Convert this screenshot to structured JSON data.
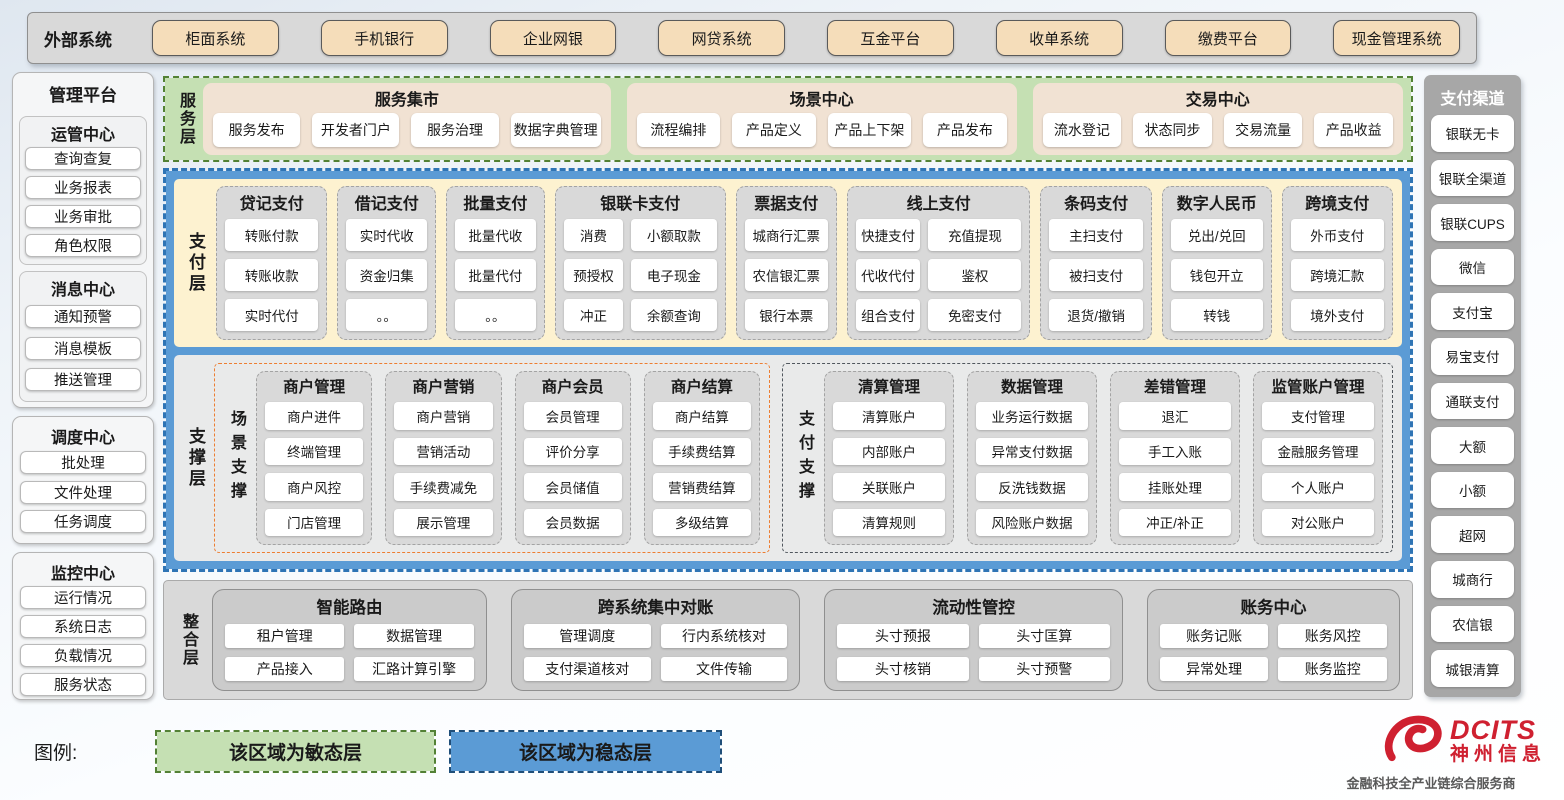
{
  "external": {
    "label": "外部系统",
    "systems": [
      "柜面系统",
      "手机银行",
      "企业网银",
      "网贷系统",
      "互金平台",
      "收单系统",
      "缴费平台",
      "现金管理系统"
    ]
  },
  "management": {
    "title": "管理平台",
    "groups": [
      {
        "title": "运管中心",
        "items": [
          "查询查复",
          "业务报表",
          "业务审批",
          "角色权限"
        ]
      },
      {
        "title": "消息中心",
        "items": [
          "通知预警",
          "消息模板",
          "推送管理"
        ]
      },
      {
        "title": "调度中心",
        "items": [
          "批处理",
          "文件处理",
          "任务调度"
        ]
      },
      {
        "title": "监控中心",
        "items": [
          "运行情况",
          "系统日志",
          "负载情况",
          "服务状态"
        ]
      }
    ]
  },
  "service_layer": {
    "label": "服务层",
    "groups": [
      {
        "title": "服务集市",
        "items": [
          "服务发布",
          "开发者门户",
          "服务治理",
          "数据字典管理"
        ]
      },
      {
        "title": "场景中心",
        "items": [
          "流程编排",
          "产品定义",
          "产品上下架",
          "产品发布"
        ]
      },
      {
        "title": "交易中心",
        "items": [
          "流水登记",
          "状态同步",
          "交易流量",
          "产品收益"
        ]
      }
    ]
  },
  "payment_layer": {
    "label": "支付层",
    "columns": [
      {
        "title": "贷记支付",
        "items": [
          "转账付款",
          "转账收款",
          "实时代付"
        ]
      },
      {
        "title": "借记支付",
        "items": [
          "实时代收",
          "资金归集",
          "。。"
        ]
      },
      {
        "title": "批量支付",
        "items": [
          "批量代收",
          "批量代付",
          "。。"
        ]
      },
      {
        "title": "银联卡支付",
        "items": [
          "消费",
          "小额取款",
          "预授权",
          "电子现金",
          "冲正",
          "余额查询"
        ]
      },
      {
        "title": "票据支付",
        "items": [
          "城商行汇票",
          "农信银汇票",
          "银行本票"
        ]
      },
      {
        "title": "线上支付",
        "items": [
          "快捷支付",
          "充值提现",
          "代收代付",
          "鉴权",
          "组合支付",
          "免密支付"
        ]
      },
      {
        "title": "条码支付",
        "items": [
          "主扫支付",
          "被扫支付",
          "退货/撤销"
        ]
      },
      {
        "title": "数字人民币",
        "items": [
          "兑出/兑回",
          "钱包开立",
          "转钱"
        ]
      },
      {
        "title": "跨境支付",
        "items": [
          "外币支付",
          "跨境汇款",
          "境外支付"
        ]
      }
    ]
  },
  "support_layer": {
    "label": "支撑层",
    "sections": [
      {
        "label": "场景支撑",
        "groups": [
          {
            "title": "商户管理",
            "items": [
              "商户进件",
              "终端管理",
              "商户风控",
              "门店管理"
            ]
          },
          {
            "title": "商户营销",
            "items": [
              "商户营销",
              "营销活动",
              "手续费减免",
              "展示管理"
            ]
          },
          {
            "title": "商户会员",
            "items": [
              "会员管理",
              "评价分享",
              "会员储值",
              "会员数据"
            ]
          },
          {
            "title": "商户结算",
            "items": [
              "商户结算",
              "手续费结算",
              "营销费结算",
              "多级结算"
            ]
          }
        ]
      },
      {
        "label": "支付支撑",
        "groups": [
          {
            "title": "清算管理",
            "items": [
              "清算账户",
              "内部账户",
              "关联账户",
              "清算规则"
            ]
          },
          {
            "title": "数据管理",
            "items": [
              "业务运行数据",
              "异常支付数据",
              "反洗钱数据",
              "风险账户数据"
            ]
          },
          {
            "title": "差错管理",
            "items": [
              "退汇",
              "手工入账",
              "挂账处理",
              "冲正/补正"
            ]
          },
          {
            "title": "监管账户管理",
            "items": [
              "支付管理",
              "金融服务管理",
              "个人账户",
              "对公账户"
            ]
          }
        ]
      }
    ]
  },
  "integration_layer": {
    "label": "整合层",
    "groups": [
      {
        "title": "智能路由",
        "items": [
          "租户管理",
          "数据管理",
          "产品接入",
          "汇路计算引擎"
        ]
      },
      {
        "title": "跨系统集中对账",
        "items": [
          "管理调度",
          "行内系统核对",
          "支付渠道核对",
          "文件传输"
        ]
      },
      {
        "title": "流动性管控",
        "items": [
          "头寸预报",
          "头寸匡算",
          "头寸核销",
          "头寸预警"
        ]
      },
      {
        "title": "账务中心",
        "items": [
          "账务记账",
          "账务风控",
          "异常处理",
          "账务监控"
        ]
      }
    ]
  },
  "channels": {
    "title": "支付渠道",
    "items": [
      "银联无卡",
      "银联全渠道",
      "银联CUPS",
      "微信",
      "支付宝",
      "易宝支付",
      "通联支付",
      "大额",
      "小额",
      "超网",
      "城商行",
      "农信银",
      "城银清算"
    ]
  },
  "legend": {
    "label": "图例:",
    "agile": "该区域为敏态层",
    "stable": "该区域为稳态层"
  },
  "logo": {
    "brand": "DCITS",
    "name": "神州信息",
    "tagline": "金融科技全产业链综合服务商"
  },
  "colors": {
    "agile_green": "#c5e0b3",
    "stable_blue": "#5b9bd5",
    "brand_red": "#cf2030"
  }
}
